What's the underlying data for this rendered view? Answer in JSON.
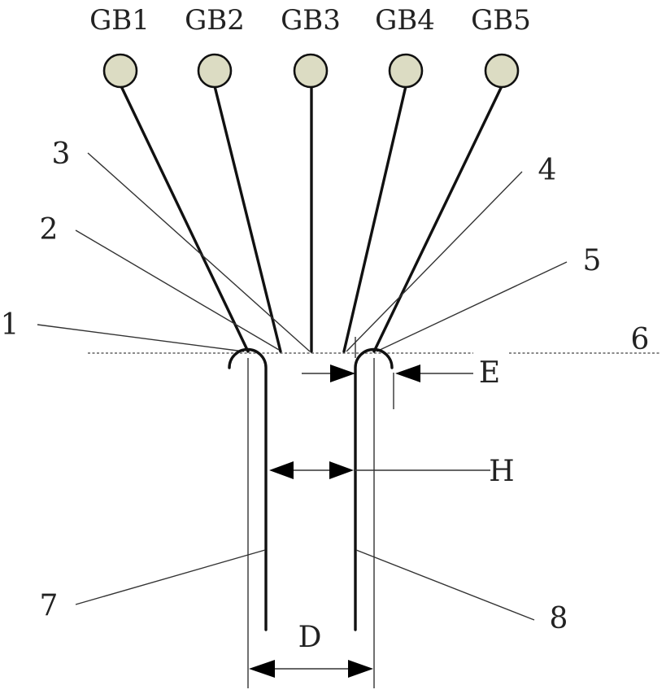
{
  "terminals": [
    {
      "id": "gb1",
      "label": "GB1"
    },
    {
      "id": "gb2",
      "label": "GB2"
    },
    {
      "id": "gb3",
      "label": "GB3"
    },
    {
      "id": "gb4",
      "label": "GB4"
    },
    {
      "id": "gb5",
      "label": "GB5"
    }
  ],
  "callouts": {
    "c1": "1",
    "c2": "2",
    "c3": "3",
    "c4": "4",
    "c5": "5",
    "c6": "6",
    "c7": "7",
    "c8": "8"
  },
  "dimensions": {
    "e": "E",
    "h": "H",
    "d": "D"
  },
  "colors": {
    "node_fill": "#dcdcc3",
    "stroke": "#111111"
  }
}
